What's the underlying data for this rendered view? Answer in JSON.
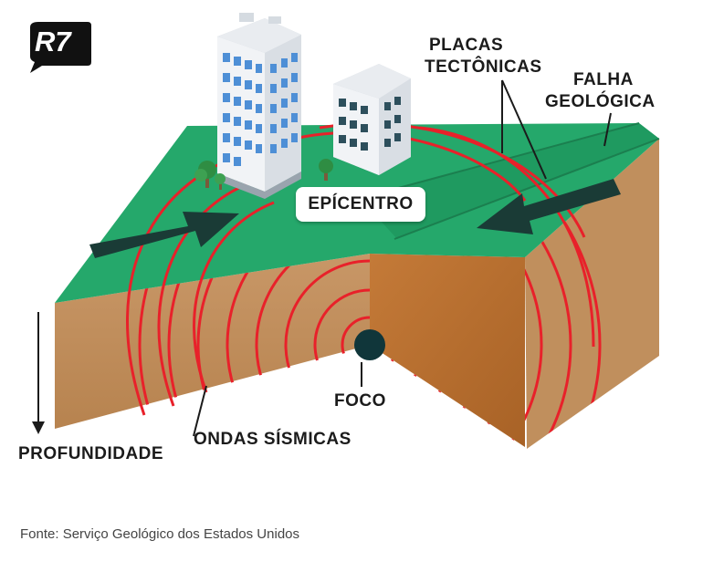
{
  "brand": {
    "logo_text": "R7"
  },
  "labels": {
    "placas": [
      "PLACAS",
      "TECTÔNICAS"
    ],
    "falha": [
      "FALHA",
      "GEOLÓGICA"
    ],
    "epicentro": "EPÍCENTRO",
    "foco": "FOCO",
    "ondas": "ONDAS SÍSMICAS",
    "profundidade": "PROFUNDIDADE"
  },
  "source": "Fonte: Serviço Geológico dos Estados Unidos",
  "colors": {
    "ground_green": "#25a86b",
    "soil": "#c08b55",
    "soil_dark": "#a66a35",
    "wave_red": "#e8212a",
    "arrow": "#1a3b36",
    "focus": "#10363a",
    "building": "#e6e9ee"
  }
}
